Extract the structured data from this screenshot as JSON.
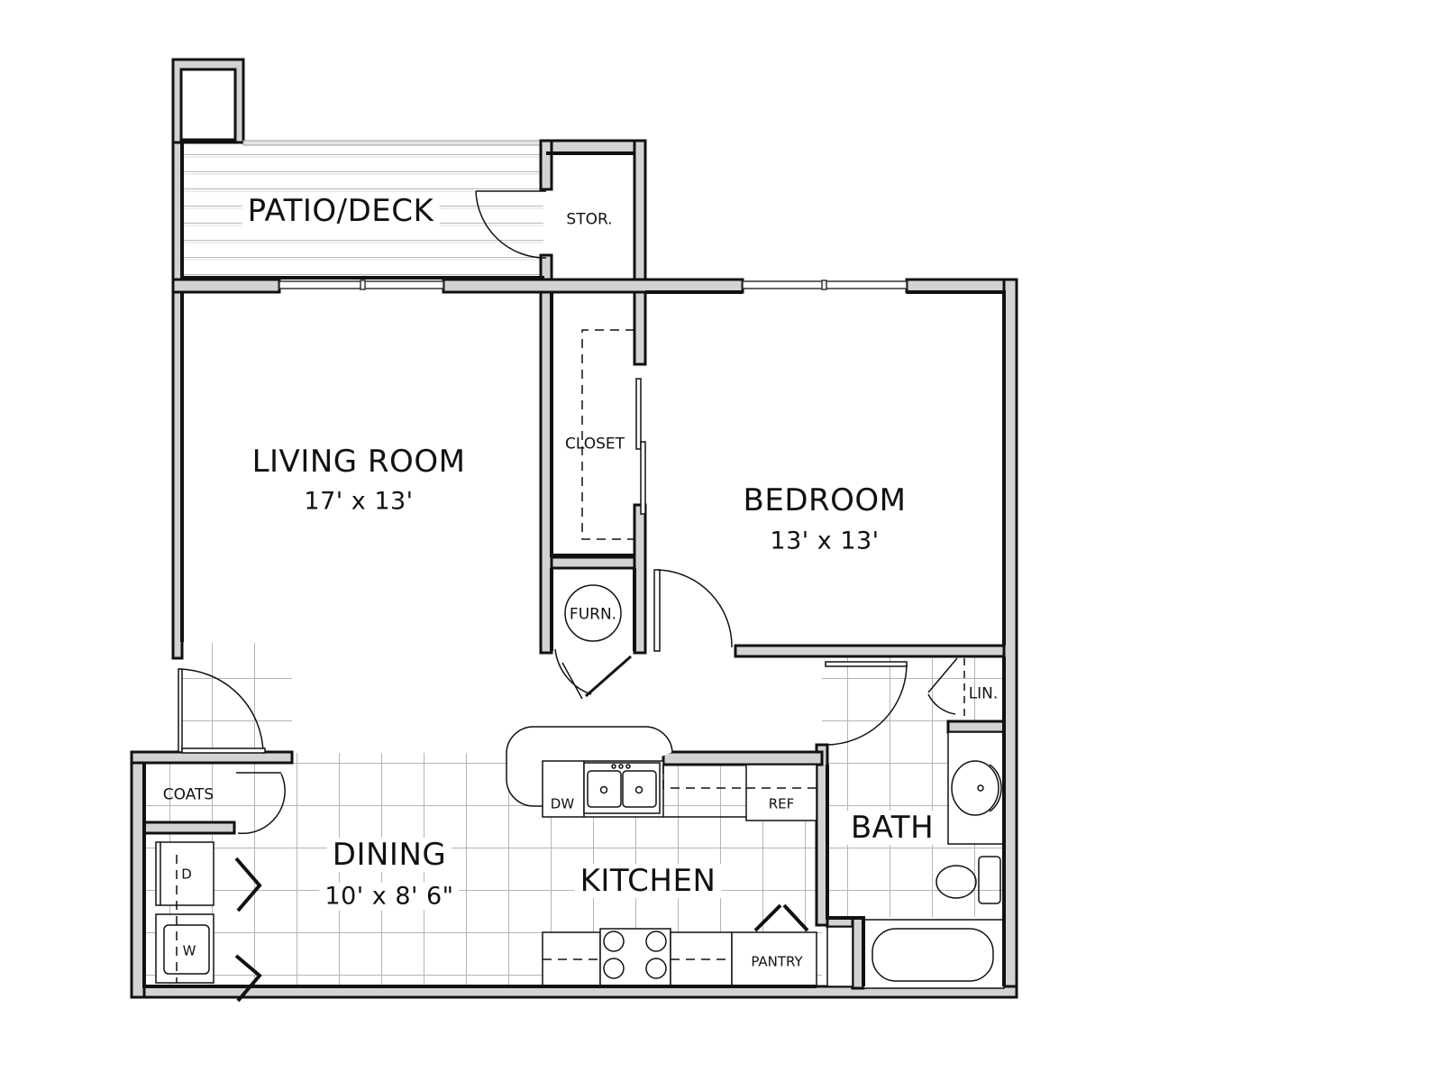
{
  "plan": {
    "type": "floor-plan",
    "colors": {
      "wall_fill": "#d3d3d3",
      "wall_line": "#111111",
      "tile_line": "#b5b5b5",
      "background": "#ffffff"
    },
    "rooms": {
      "patio": {
        "name": "PATIO/DECK"
      },
      "storage": {
        "name": "STOR."
      },
      "living": {
        "name": "LIVING ROOM",
        "dims": "17' x 13'"
      },
      "closet": {
        "name": "CLOSET"
      },
      "bedroom": {
        "name": "BEDROOM",
        "dims": "13' x 13'"
      },
      "furnace": {
        "name": "FURN."
      },
      "linen": {
        "name": "LIN."
      },
      "coats": {
        "name": "COATS"
      },
      "dining": {
        "name": "DINING",
        "dims": "10' x 8' 6\""
      },
      "kitchen": {
        "name": "KITCHEN"
      },
      "bath": {
        "name": "BATH"
      },
      "pantry": {
        "name": "PANTRY"
      }
    },
    "fixtures": {
      "dishwasher": "DW",
      "refrigerator": "REF",
      "dryer": "D",
      "washer": "W"
    }
  }
}
